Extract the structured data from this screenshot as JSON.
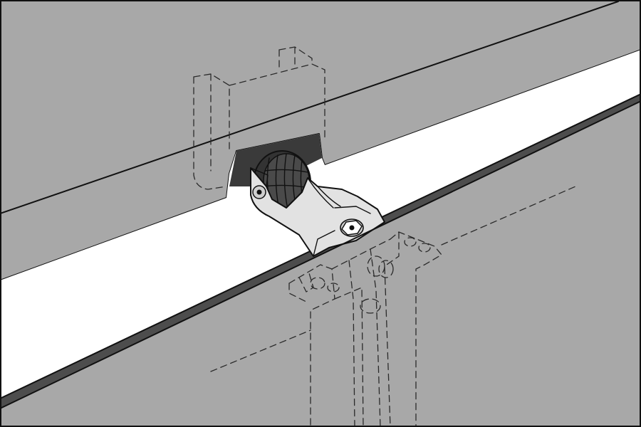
{
  "colors": {
    "panel_gray": "#a8a8a8",
    "channel_white": "#ffffff",
    "strip_dark": "#4d4d4d",
    "line": "#111111",
    "hardware_light": "#e2e2e2",
    "hardware_mid": "#cfcfcf",
    "wheel_dark": "#333333"
  },
  "parts": {
    "upper_door_panel": "upper-door-panel",
    "lower_door_panel": "lower-door-panel",
    "guide_track_channel": "guide-track-channel",
    "guide_roller_wheel": "guide-roller-wheel",
    "roller_bracket": "roller-bracket",
    "hidden_hinge_bracket": "hidden-hinge-bracket"
  }
}
